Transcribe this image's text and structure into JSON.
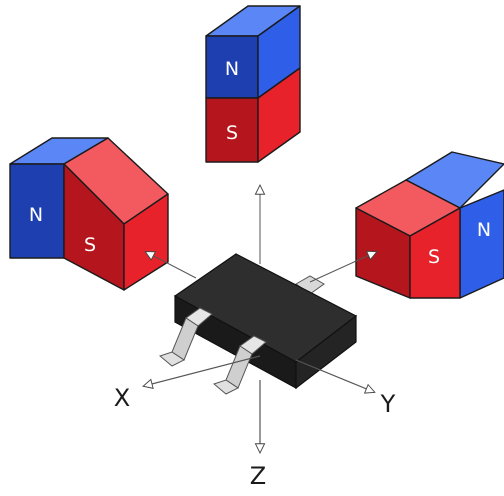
{
  "magnets": {
    "top": {
      "north": "N",
      "south": "S"
    },
    "left": {
      "north": "N",
      "south": "S"
    },
    "right": {
      "north": "N",
      "south": "S"
    }
  },
  "axes": {
    "x": "X",
    "y": "Y",
    "z": "Z"
  },
  "colors": {
    "north_pole": "#1f4fe0",
    "south_pole": "#e8222b",
    "sensor_package": "#2e2e2e",
    "arrow": "#ffffff"
  }
}
